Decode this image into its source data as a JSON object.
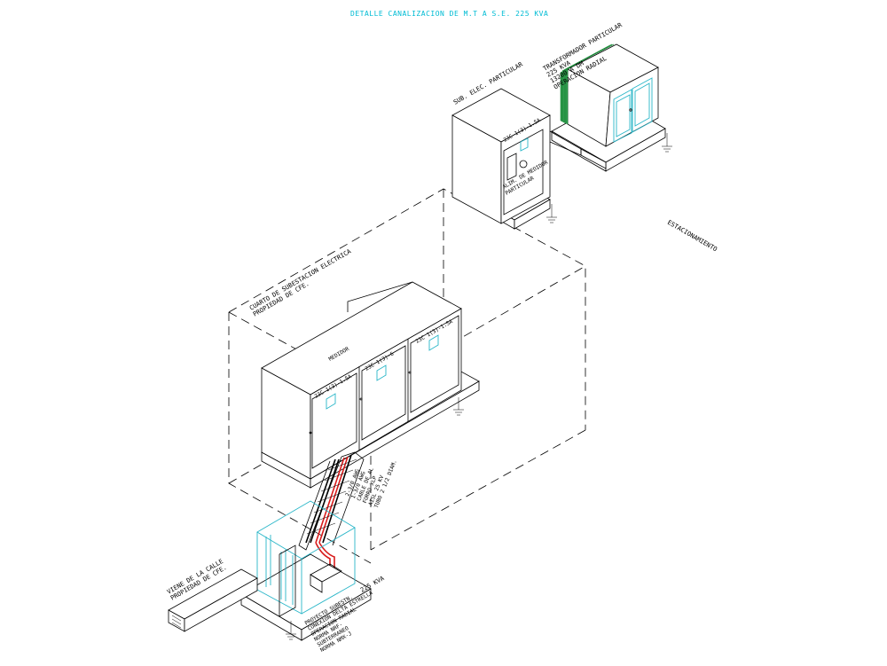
{
  "title": "DETALLE CANALIZACION DE M.T A S.E. 225 KVA",
  "labels": {
    "transformador_l1": "TRANSFORMADOR PARTICULAR",
    "transformador_l2": "225 KVA",
    "transformador_l3": "13200 A DM",
    "transformador_l4": "OPERACION RADIAL",
    "sub_elec": "SUB. ELEC. PARTICULAR",
    "estacionamiento": "ESTACIONAMIENTO",
    "cuarto_l1": "CUARTO DE SUBESTACION ELECTRICA",
    "cuarto_l2": "PROPIEDAD DE CFE.",
    "medidor_label": "MEDIDOR",
    "cell1": "23C 1(3)-1.5A",
    "cell2": "23C 1(3)-6",
    "cell3": "23C 1(3)-1.5A",
    "sub_cell": "23C 1(3)-1.5A",
    "sub_cell_inner_1": "ALIM. DE MEDIDOR",
    "sub_cell_inner_2": "PARTICULAR",
    "cable_l1": "2-3/0 AWG",
    "cable_l2": "1-3/0 AWG",
    "cable_l3": "CABLE DE AL",
    "cable_l4": "FORRO XLP",
    "cable_l5": "AISL 25 KV",
    "cable_l6": "TUBO 2 1/2 DIAM.",
    "viene_l1": "VIENE DE LA CALLE",
    "viene_l2": "PROPIEDAD DE CFE.",
    "bottom_l1": "225 KVA",
    "bottom_l2": "PROYECTO SUBESTN.",
    "bottom_l3": "CONEXION DELTA ESTRELLA",
    "bottom_l4": "OPERACION RADIAL",
    "bottom_l5": "NORMA NRF-",
    "bottom_l6": "SUBTERRANEO",
    "bottom_l7": "NORMA NMX-J"
  },
  "colors": {
    "title": "#00bcd4",
    "cyan_lines": "#29b6c8",
    "green_transformer": "#1f8a3c",
    "red_cable": "#d81b1b",
    "lines": "#000000"
  }
}
